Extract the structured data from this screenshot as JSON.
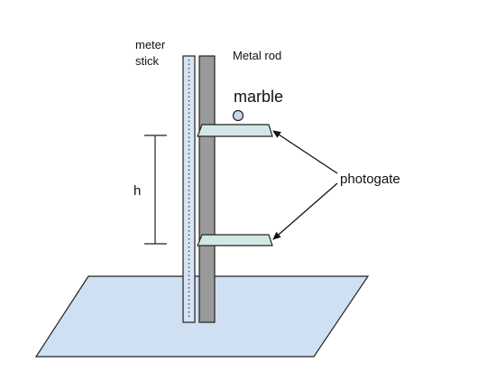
{
  "labels": {
    "meter_stick_line1": "meter",
    "meter_stick_line2": "stick",
    "metal_rod": "Metal rod",
    "marble": "marble",
    "height": "h",
    "photogate": "photogate"
  },
  "colors": {
    "base_fill": "#cfe0f3",
    "meter_stick_fill": "#d7e4f5",
    "metal_rod_fill": "#9a9a9a",
    "photogate_fill": "#d3e8e6",
    "outline": "#222222",
    "marble_fill": "#c8d8ec"
  }
}
